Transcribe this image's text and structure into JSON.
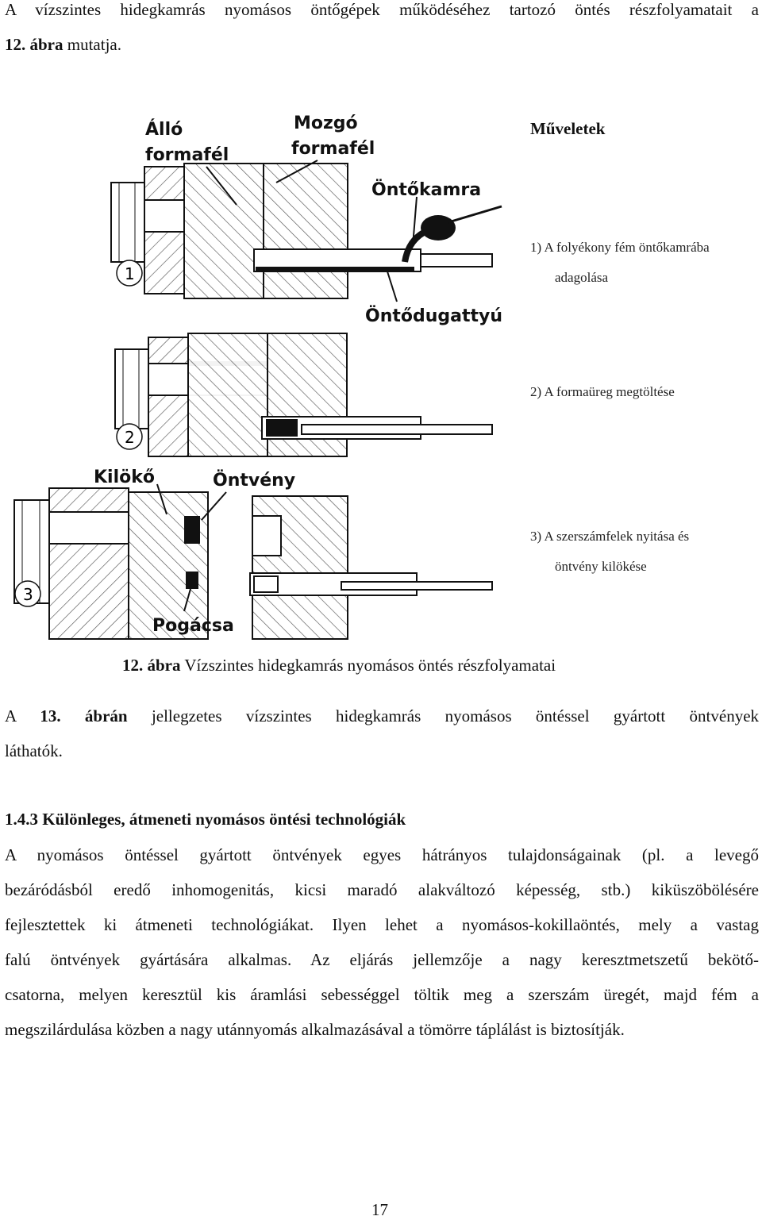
{
  "intro": {
    "line1": "A vízszintes hidegkamrás nyomásos öntőgépek működéséhez tartozó öntés részfolyamatait a",
    "line2_bold": "12. ábra",
    "line2_rest": " mutatja."
  },
  "figure": {
    "labels": {
      "allo": "Álló",
      "formafel1": "formafél",
      "mozgo": "Mozgó",
      "formafel2": "formafél",
      "ontokamra": "Öntőkamra",
      "ontodugattyu": "Öntődugattyú",
      "kiloko": "Kilökő",
      "ontveny": "Öntvény",
      "pogacsa": "Pogácsa",
      "step1": "1",
      "step2": "2",
      "step3": "3"
    },
    "operations": {
      "title": "Műveletek",
      "op1_a": "1) A folyékony fém öntőkamrába",
      "op1_b": "adagolása",
      "op2": "2) A formaüreg megtöltése",
      "op3_a": "3) A szerszámfelek nyitása és",
      "op3_b": "öntvény kilökése"
    },
    "caption_bold": "12. ábra",
    "caption_rest": " Vízszintes hidegkamrás nyomásos öntés részfolyamatai"
  },
  "para13": {
    "a": "A",
    "num": "13.",
    "abran": "ábrán",
    "rest_line1": "jellegzetes vízszintes hidegkamrás nyomásos öntéssel gyártott öntvények",
    "line2": "láthatók."
  },
  "section": {
    "heading": "1.4.3 Különleges, átmeneti nyomásos öntési technológiák",
    "lines": [
      "A nyomásos öntéssel gyártott öntvények egyes hátrányos tulajdonságainak (pl. a levegő",
      "bezáródásból eredő inhomogenitás, kicsi maradó alakváltozó képesség, stb.) kiküszöbölésére",
      "fejlesztettek ki átmeneti technológiákat. Ilyen lehet a nyomásos-kokillaöntés, mely a vastag",
      "falú öntvények gyártására alkalmas. Az eljárás jellemzője a nagy keresztmetszetű bekötő-",
      "csatorna, melyen keresztül kis áramlási sebességgel töltik meg a szerszám üregét, majd fém a",
      "megszilárdulása közben a nagy utánnyomás alkalmazásával a tömörre táplálást is biztosítják."
    ]
  },
  "page_number": "17"
}
